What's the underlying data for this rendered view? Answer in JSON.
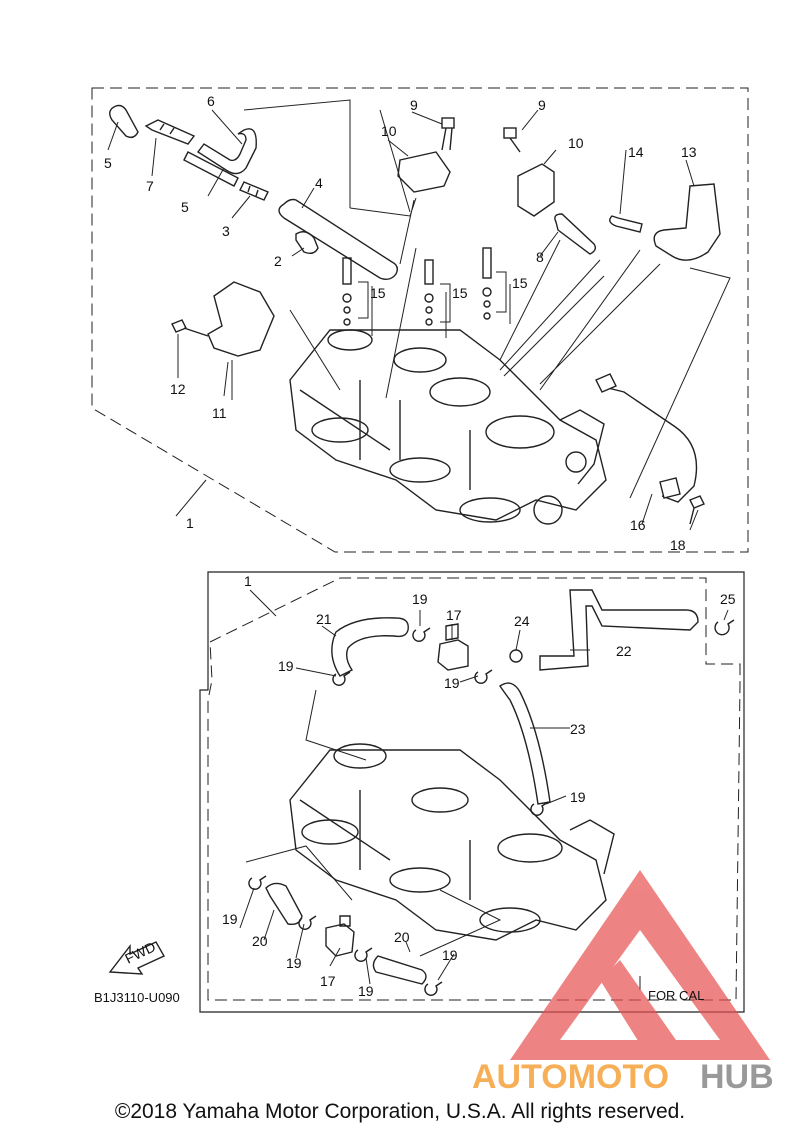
{
  "diagram_code": "B1J3110-U090",
  "fwd_label": "FWD",
  "variant_label": "FOR CAL",
  "copyright": "©2018 Yamaha Motor Corporation, U.S.A. All rights reserved.",
  "watermark": {
    "brand_a": "AUTOMOTO",
    "brand_b": "HUB",
    "color_a": "#f6a23a",
    "color_b": "#888888",
    "logo_color": "#e85050"
  },
  "callouts": {
    "n1": "1",
    "n2": "2",
    "n3": "3",
    "n4": "4",
    "n5": "5",
    "n6": "6",
    "n7": "7",
    "n8": "8",
    "n9": "9",
    "n10": "10",
    "n11": "11",
    "n12": "12",
    "n13": "13",
    "n14": "14",
    "n15": "15",
    "n16": "16",
    "n17": "17",
    "n18": "18",
    "n19": "19",
    "n20": "20",
    "n21": "21",
    "n22": "22",
    "n23": "23",
    "n24": "24",
    "n25": "25"
  }
}
